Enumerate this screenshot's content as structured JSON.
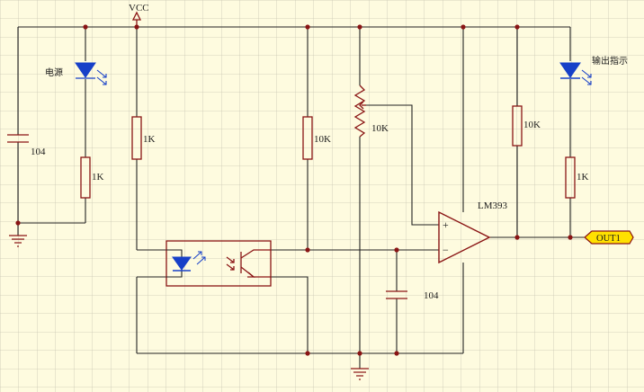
{
  "labels": {
    "vcc": "VCC",
    "power_led": "电源",
    "output_led": "输出指示",
    "cap_left": "104",
    "res_power_led": "1K",
    "res_opto": "1K",
    "res_pullup_mid": "10K",
    "pot": "10K",
    "res_pullup_out": "10K",
    "res_output_led": "1K",
    "cap_bottom": "104",
    "comparator": "LM393",
    "plus": "+",
    "minus": "−",
    "output_port": "OUT1"
  },
  "colors": {
    "background": "#fefbdf",
    "grid": "#c9c6b3",
    "wire": "#222222",
    "component": "#8a1414",
    "led": "#1740c8",
    "port_fill": "#ffe000"
  }
}
